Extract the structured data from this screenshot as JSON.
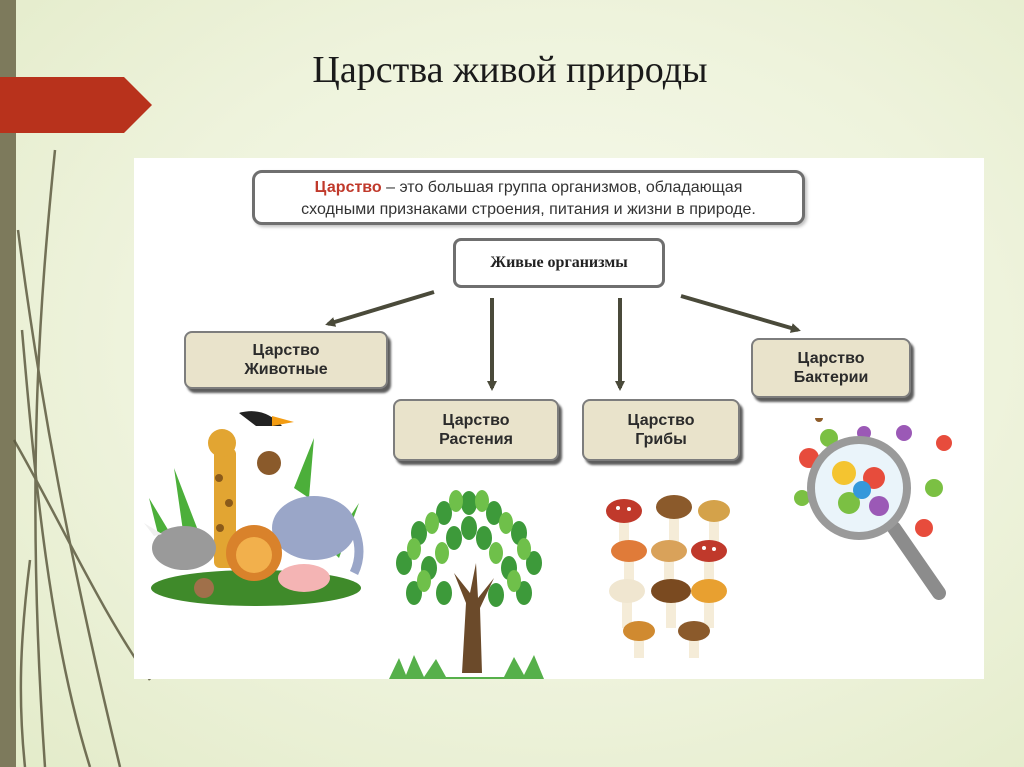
{
  "slide": {
    "title": "Царства живой природы"
  },
  "definition": {
    "term": "Царство",
    "line1_rest": " – это большая группа организмов, обладающая",
    "line2": "сходными признаками строения, питания и жизни в природе."
  },
  "center_label": "Живые организмы",
  "kingdoms": {
    "animals": {
      "line1": "Царство",
      "line2": "Животные"
    },
    "plants": {
      "line1": "Царство",
      "line2": "Растения"
    },
    "fungi": {
      "line1": "Царство",
      "line2": "Грибы"
    },
    "bacteria": {
      "line1": "Царство",
      "line2": "Бактерии"
    }
  },
  "colors": {
    "accent_term": "#c0392b",
    "tab_red": "#b8321c",
    "box_fill": "#e9e3cb",
    "arrow": "#4a4a3a"
  },
  "icons": [
    "animals-illustration",
    "tree-illustration",
    "mushrooms-illustration",
    "magnifier-bacteria-illustration"
  ]
}
